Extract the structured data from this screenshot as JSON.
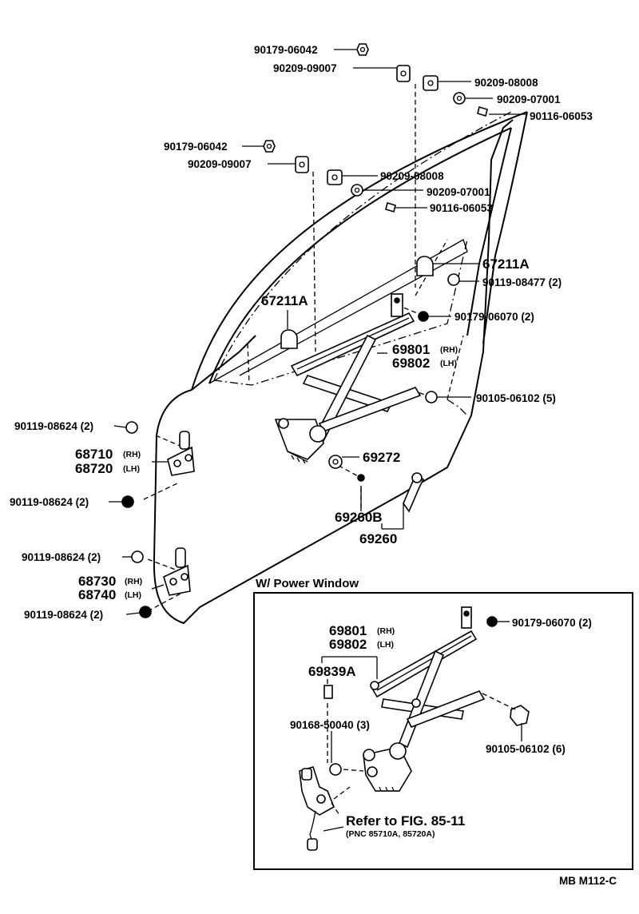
{
  "labels": {
    "p1": "90179-06042",
    "p2": "90209-09007",
    "p3": "90209-08008",
    "p4": "90209-07001",
    "p5": "90116-06053",
    "p6": "90179-06042",
    "p7": "90209-09007",
    "p8": "90209-08008",
    "p9": "90209-07001",
    "p10": "90116-06053",
    "p11": "67211A",
    "p12": "90119-08477 (2)",
    "p13": "67211A",
    "p14": "90179-06070 (2)",
    "p15": "69801",
    "p15s": "(RH)",
    "p16": "69802",
    "p16s": "(LH)",
    "p17": "90105-06102 (5)",
    "p18": "90119-08624 (2)",
    "p19": "68710",
    "p19s": "(RH)",
    "p20": "68720",
    "p20s": "(LH)",
    "p21": "69272",
    "p22": "90119-08624 (2)",
    "p23": "69260B",
    "p24": "69260",
    "p25": "90119-08624 (2)",
    "p26": "68730",
    "p26s": "(RH)",
    "p27": "68740",
    "p27s": "(LH)",
    "p28": "90119-08624 (2)"
  },
  "inset": {
    "title": "W/ Power Window",
    "p1": "69801",
    "p1s": "(RH)",
    "p2": "69802",
    "p2s": "(LH)",
    "p3": "90179-06070 (2)",
    "p4": "69839A",
    "p5": "90168-50040 (3)",
    "p6": "90105-06102 (6)",
    "ref": "Refer to FIG. 85-11",
    "ref_sub": "(PNC 85710A, 85720A)"
  },
  "footer": {
    "code": "MB  M112-C"
  }
}
